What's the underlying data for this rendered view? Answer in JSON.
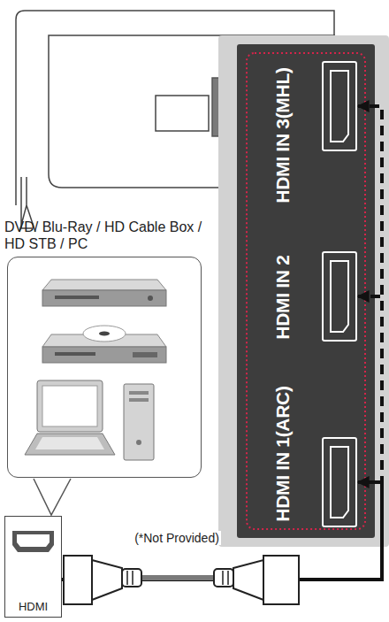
{
  "diagram": {
    "nodes": [
      {
        "text": [
          "HDMI IN 3(MHL)"
        ]
      },
      {
        "text": [
          "HDMI IN 2"
        ]
      },
      {
        "text": [
          "HDMI IN 1(ARC)"
        ]
      },
      {
        "text": [
          "DVD/ Blu-Ray / HD Cable Box / HD STB / PC"
        ]
      },
      {
        "text": [
          "HDMI"
        ]
      }
    ],
    "edges": [
      {
        "from": 4,
        "to": 0,
        "arrow": "to"
      },
      {
        "from": 4,
        "to": 1,
        "arrow": "to"
      },
      {
        "from": 4,
        "to": 2,
        "arrow": "to"
      }
    ],
    "labels": [
      "(*Not Provided)"
    ]
  }
}
